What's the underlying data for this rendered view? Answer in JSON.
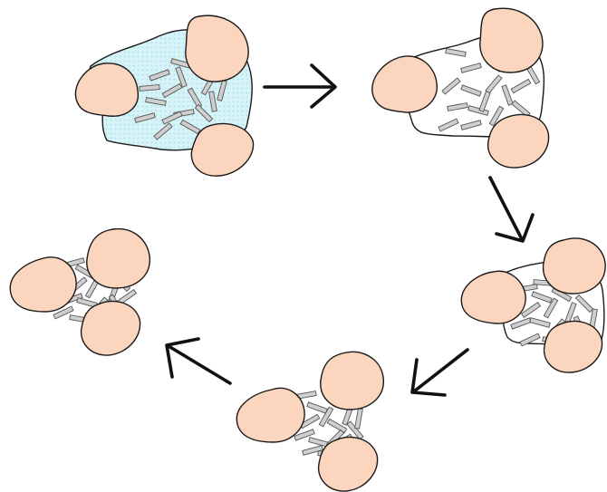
{
  "colors": {
    "background": "#ffffff",
    "particle_fill": "#fbd5bd",
    "outline": "#1a1a1a",
    "fluid_fill": "#d6f3f8",
    "fluid_dots": "#a9dfe9",
    "binder_fill": "#ffffff",
    "crystal_fill": "#cfcfcf",
    "crystal_stroke": "#555555",
    "arrow": "#111111"
  },
  "stages": [
    {
      "id": "stage-1",
      "binder": "liquid"
    },
    {
      "id": "stage-2",
      "binder": "evaporating"
    },
    {
      "id": "stage-3",
      "binder": "shrinking"
    },
    {
      "id": "stage-4",
      "binder": "bridges"
    },
    {
      "id": "stage-5",
      "binder": "bridges-compact"
    }
  ],
  "arrows": [
    {
      "from": "stage-1",
      "to": "stage-2",
      "icon": "arrow-right-icon"
    },
    {
      "from": "stage-2",
      "to": "stage-3",
      "icon": "arrow-down-right-icon"
    },
    {
      "from": "stage-3",
      "to": "stage-4",
      "icon": "arrow-down-left-icon"
    },
    {
      "from": "stage-4",
      "to": "stage-5",
      "icon": "arrow-up-left-icon"
    }
  ]
}
